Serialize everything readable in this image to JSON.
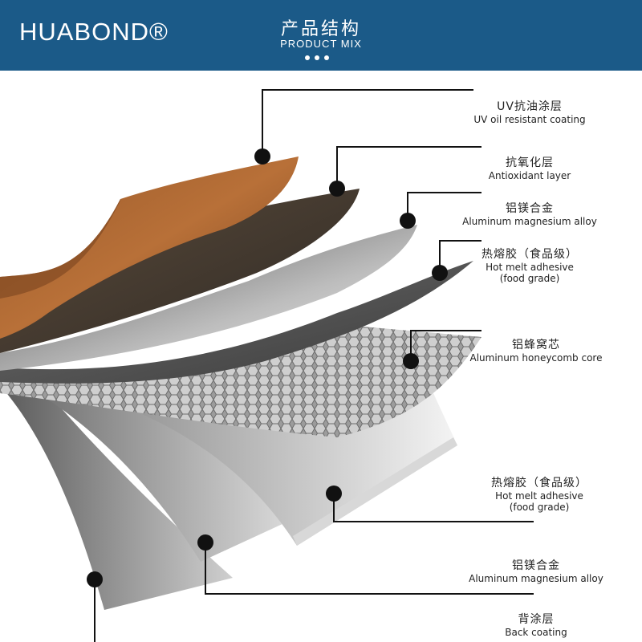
{
  "header": {
    "brand": "HUABOND®",
    "title_cn": "产品结构",
    "title_en": "PRODUCT MIX",
    "bg_color": "#1b5a88"
  },
  "layers": [
    {
      "cn": "UV抗油涂层",
      "en": "UV oil resistant coating"
    },
    {
      "cn": "抗氧化层",
      "en": "Antioxidant layer"
    },
    {
      "cn": "铝镁合金",
      "en": "Aluminum magnesium alloy"
    },
    {
      "cn": "热熔胶（食品级）",
      "en": "Hot melt adhesive",
      "en2": "(food grade)"
    },
    {
      "cn": "铝蜂窝芯",
      "en": "Aluminum honeycomb core"
    },
    {
      "cn": "热熔胶（食品级）",
      "en": "Hot melt adhesive",
      "en2": "(food grade)"
    },
    {
      "cn": "铝镁合金",
      "en": "Aluminum magnesium alloy"
    },
    {
      "cn": "背涂层",
      "en": "Back coating"
    }
  ]
}
